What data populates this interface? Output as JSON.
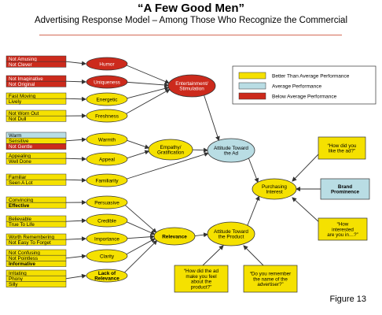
{
  "header": {
    "title": "“A Few Good Men”",
    "subtitle": "Advertising Response Model – Among Those Who Recognize the Commercial"
  },
  "colors": {
    "better": "#f5e100",
    "average": "#b9dde4",
    "below": "#cc2a1c",
    "stroke": "#333333"
  },
  "legend": {
    "better": "Better Than Average Performance",
    "average": "Average Performance",
    "below": "Below Average Performance"
  },
  "attributes": [
    {
      "id": "a0",
      "lines": [
        {
          "t": "Not Amusing",
          "c": "below"
        },
        {
          "t": "Not Clever",
          "c": "below"
        }
      ]
    },
    {
      "id": "a1",
      "lines": [
        {
          "t": "Not Imaginative",
          "c": "below"
        },
        {
          "t": "Not Original",
          "c": "below"
        }
      ]
    },
    {
      "id": "a2",
      "lines": [
        {
          "t": "Fast Moving",
          "c": "better"
        },
        {
          "t": "Lively",
          "c": "better"
        }
      ]
    },
    {
      "id": "a3",
      "lines": [
        {
          "t": "Not Worn Out",
          "c": "better"
        },
        {
          "t": "Not Dull",
          "c": "better"
        }
      ]
    },
    {
      "id": "a4",
      "lines": [
        {
          "t": "Warm",
          "c": "average"
        },
        {
          "t": "Sensitive",
          "c": "better"
        },
        {
          "t": "Not Gentle",
          "c": "below"
        }
      ]
    },
    {
      "id": "a5",
      "lines": [
        {
          "t": "Appealing",
          "c": "better"
        },
        {
          "t": "Well Done",
          "c": "better"
        }
      ]
    },
    {
      "id": "a6",
      "lines": [
        {
          "t": "Familiar",
          "c": "better"
        },
        {
          "t": "Seen A Lot",
          "c": "better"
        }
      ]
    },
    {
      "id": "a7",
      "lines": [
        {
          "t": "Convincing",
          "c": "better"
        },
        {
          "t": "Effective",
          "c": "better",
          "bold": true
        }
      ]
    },
    {
      "id": "a8",
      "lines": [
        {
          "t": "Believable",
          "c": "better"
        },
        {
          "t": "True To Life",
          "c": "better"
        }
      ]
    },
    {
      "id": "a9",
      "lines": [
        {
          "t": "Worth Remembering",
          "c": "better"
        },
        {
          "t": "Not Easy To Forget",
          "c": "better"
        }
      ]
    },
    {
      "id": "a10",
      "lines": [
        {
          "t": "Not Confusing",
          "c": "better"
        },
        {
          "t": "Not Pointless",
          "c": "better"
        },
        {
          "t": "Informative",
          "c": "better",
          "bold": true
        }
      ]
    },
    {
      "id": "a11",
      "lines": [
        {
          "t": "Irritating",
          "c": "better"
        },
        {
          "t": "Phony",
          "c": "better"
        },
        {
          "t": "Silly",
          "c": "better"
        }
      ]
    }
  ],
  "factors": [
    {
      "id": "humor",
      "label": "Humor",
      "c": "below"
    },
    {
      "id": "uniqueness",
      "label": "Uniqueness",
      "c": "below"
    },
    {
      "id": "energetic",
      "label": "Energetic",
      "c": "better"
    },
    {
      "id": "freshness",
      "label": "Freshness",
      "c": "better"
    },
    {
      "id": "warmth",
      "label": "Warmth",
      "c": "better"
    },
    {
      "id": "appeal",
      "label": "Appeal",
      "c": "better"
    },
    {
      "id": "familiarity",
      "label": "Familiarity",
      "c": "better"
    },
    {
      "id": "persuasive",
      "label": "Persuasive",
      "c": "better"
    },
    {
      "id": "credible",
      "label": "Credible",
      "c": "better"
    },
    {
      "id": "importance",
      "label": "Importance",
      "c": "better"
    },
    {
      "id": "clarity",
      "label": "Clarity",
      "c": "better"
    },
    {
      "id": "lack",
      "label": "Lack of Relevance",
      "c": "better",
      "bold": true
    }
  ],
  "constructs": [
    {
      "id": "entertainment",
      "label": "Entertainment/ Stimulation",
      "c": "below"
    },
    {
      "id": "empathy",
      "label": "Empathy/ Gratification",
      "c": "better"
    },
    {
      "id": "relevance",
      "label": "Relevance",
      "c": "better",
      "bold": true
    },
    {
      "id": "attitude_ad",
      "label": "Attitude Toward the Ad",
      "c": "average"
    },
    {
      "id": "attitude_product",
      "label": "Attitude Toward the Product",
      "c": "better"
    },
    {
      "id": "purchasing",
      "label": "Purchasing Interest",
      "c": "better"
    }
  ],
  "questions": [
    {
      "id": "q_like",
      "label": "“How did you like the ad?”",
      "c": "better"
    },
    {
      "id": "q_brand",
      "label": "Brand Prominence",
      "c": "average"
    },
    {
      "id": "q_interested",
      "label": "“How interested are you in…?”",
      "c": "better"
    },
    {
      "id": "q_feel",
      "label": "“How did the ad make you feel about the product?”",
      "c": "better"
    },
    {
      "id": "q_remember",
      "label": "“Do you remember the name of the advertiser?”",
      "c": "better"
    }
  ],
  "figure_label": "Figure 13"
}
